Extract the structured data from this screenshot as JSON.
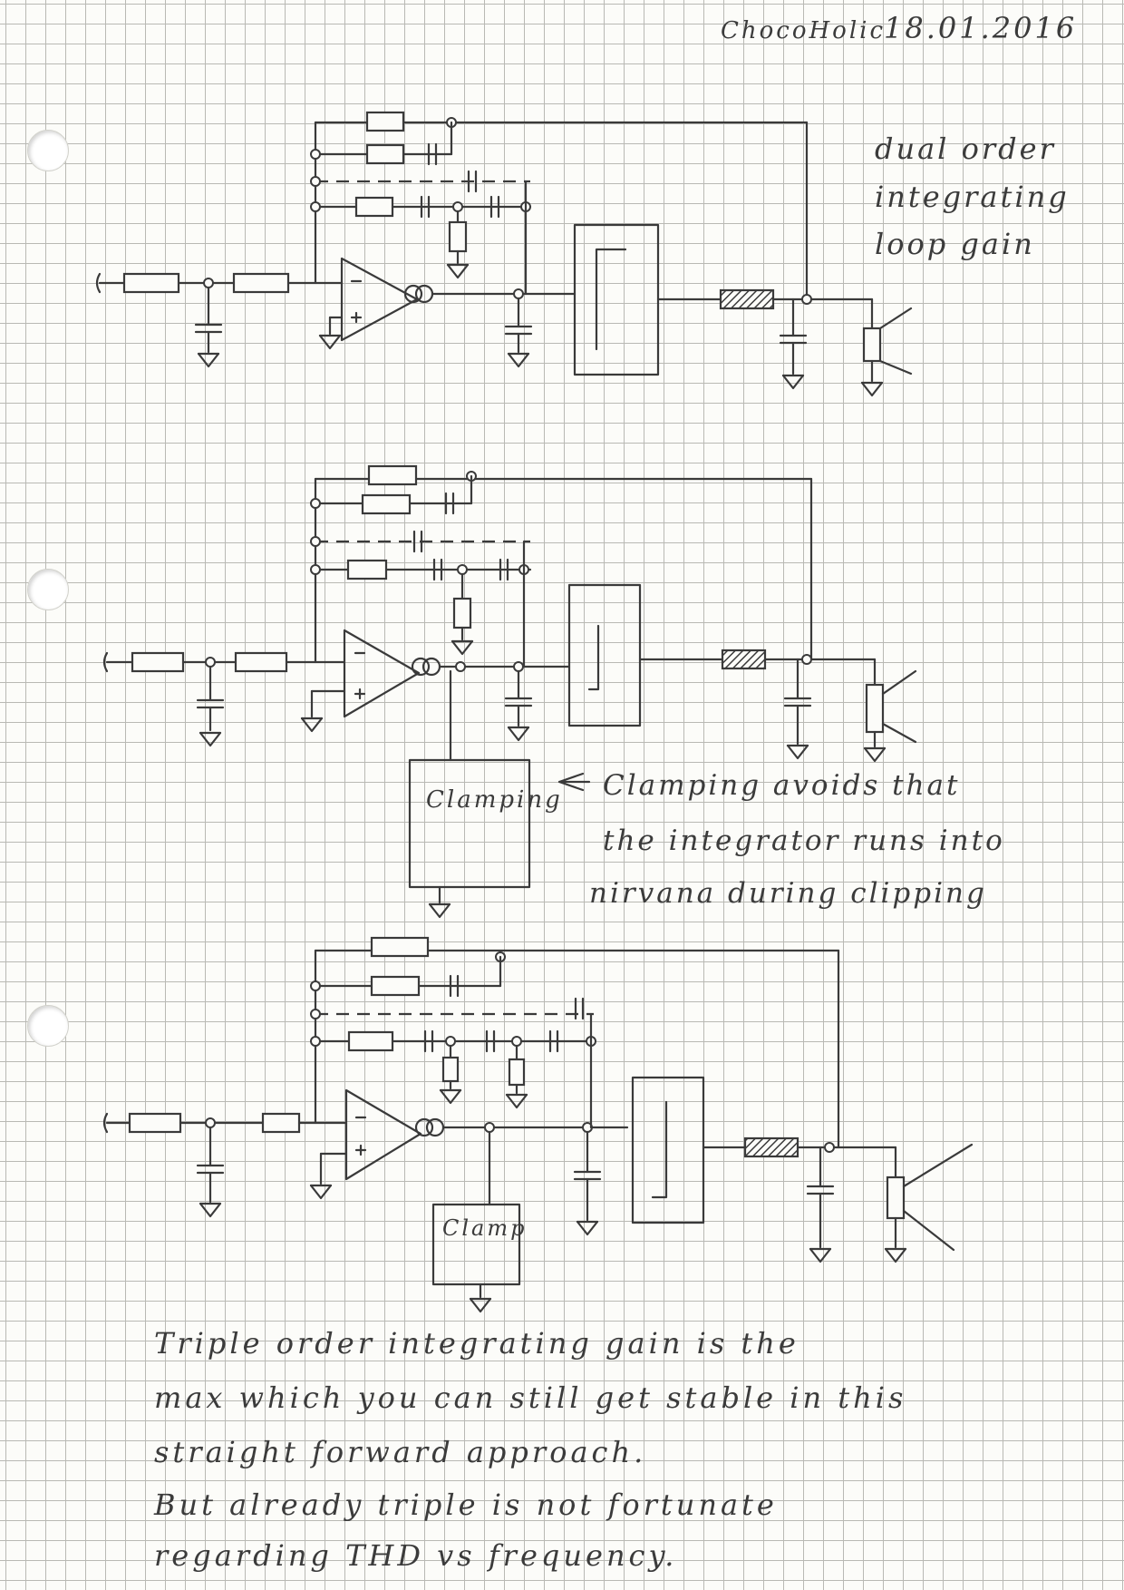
{
  "header": {
    "author": "ChocoHolic",
    "date": "18.01.2016"
  },
  "notes": {
    "dual_order": [
      "dual order",
      "integrating",
      "loop gain"
    ],
    "clamping_box": "Clamping",
    "clamping_note": [
      "Clamping avoids that",
      "the integrator runs into",
      "nirvana during clipping"
    ],
    "clamp_box": "Clamp",
    "conclusion": [
      "Triple order integrating gain is the",
      "max which you can still get stable in this",
      "straight forward approach.",
      "But already triple is not fortunate",
      "regarding THD vs frequency."
    ]
  },
  "colors": {
    "ink": "#3a3a3a",
    "grid": "#b9b9b4",
    "paper": "#fcfcf9"
  },
  "icons": [
    "opamp-symbol",
    "resistor-symbol",
    "capacitor-symbol",
    "ground-symbol",
    "speaker-symbol",
    "inductor-symbol",
    "output-stage-symbol"
  ]
}
